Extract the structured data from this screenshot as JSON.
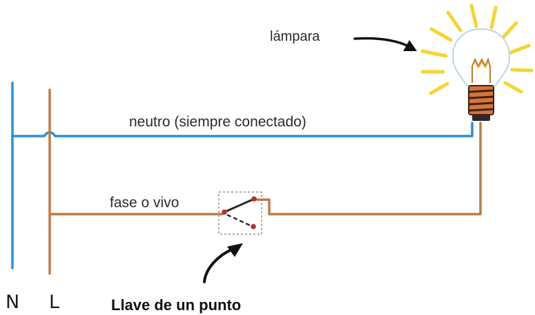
{
  "labels": {
    "lamp": "lámpara",
    "neutral": "neutro (siempre conectado)",
    "phase": "fase o vivo",
    "switch": "Llave de un punto",
    "n": "N",
    "l": "L"
  },
  "colors": {
    "neutral_wire": "#2a8fd6",
    "phase_wire": "#c07a44",
    "lamp_rays": "#f5d531",
    "lamp_base": "#d9733a",
    "switch_contact": "#b2312a"
  },
  "icons": [
    "light-bulb-icon",
    "arrow-icon",
    "switch-icon"
  ]
}
